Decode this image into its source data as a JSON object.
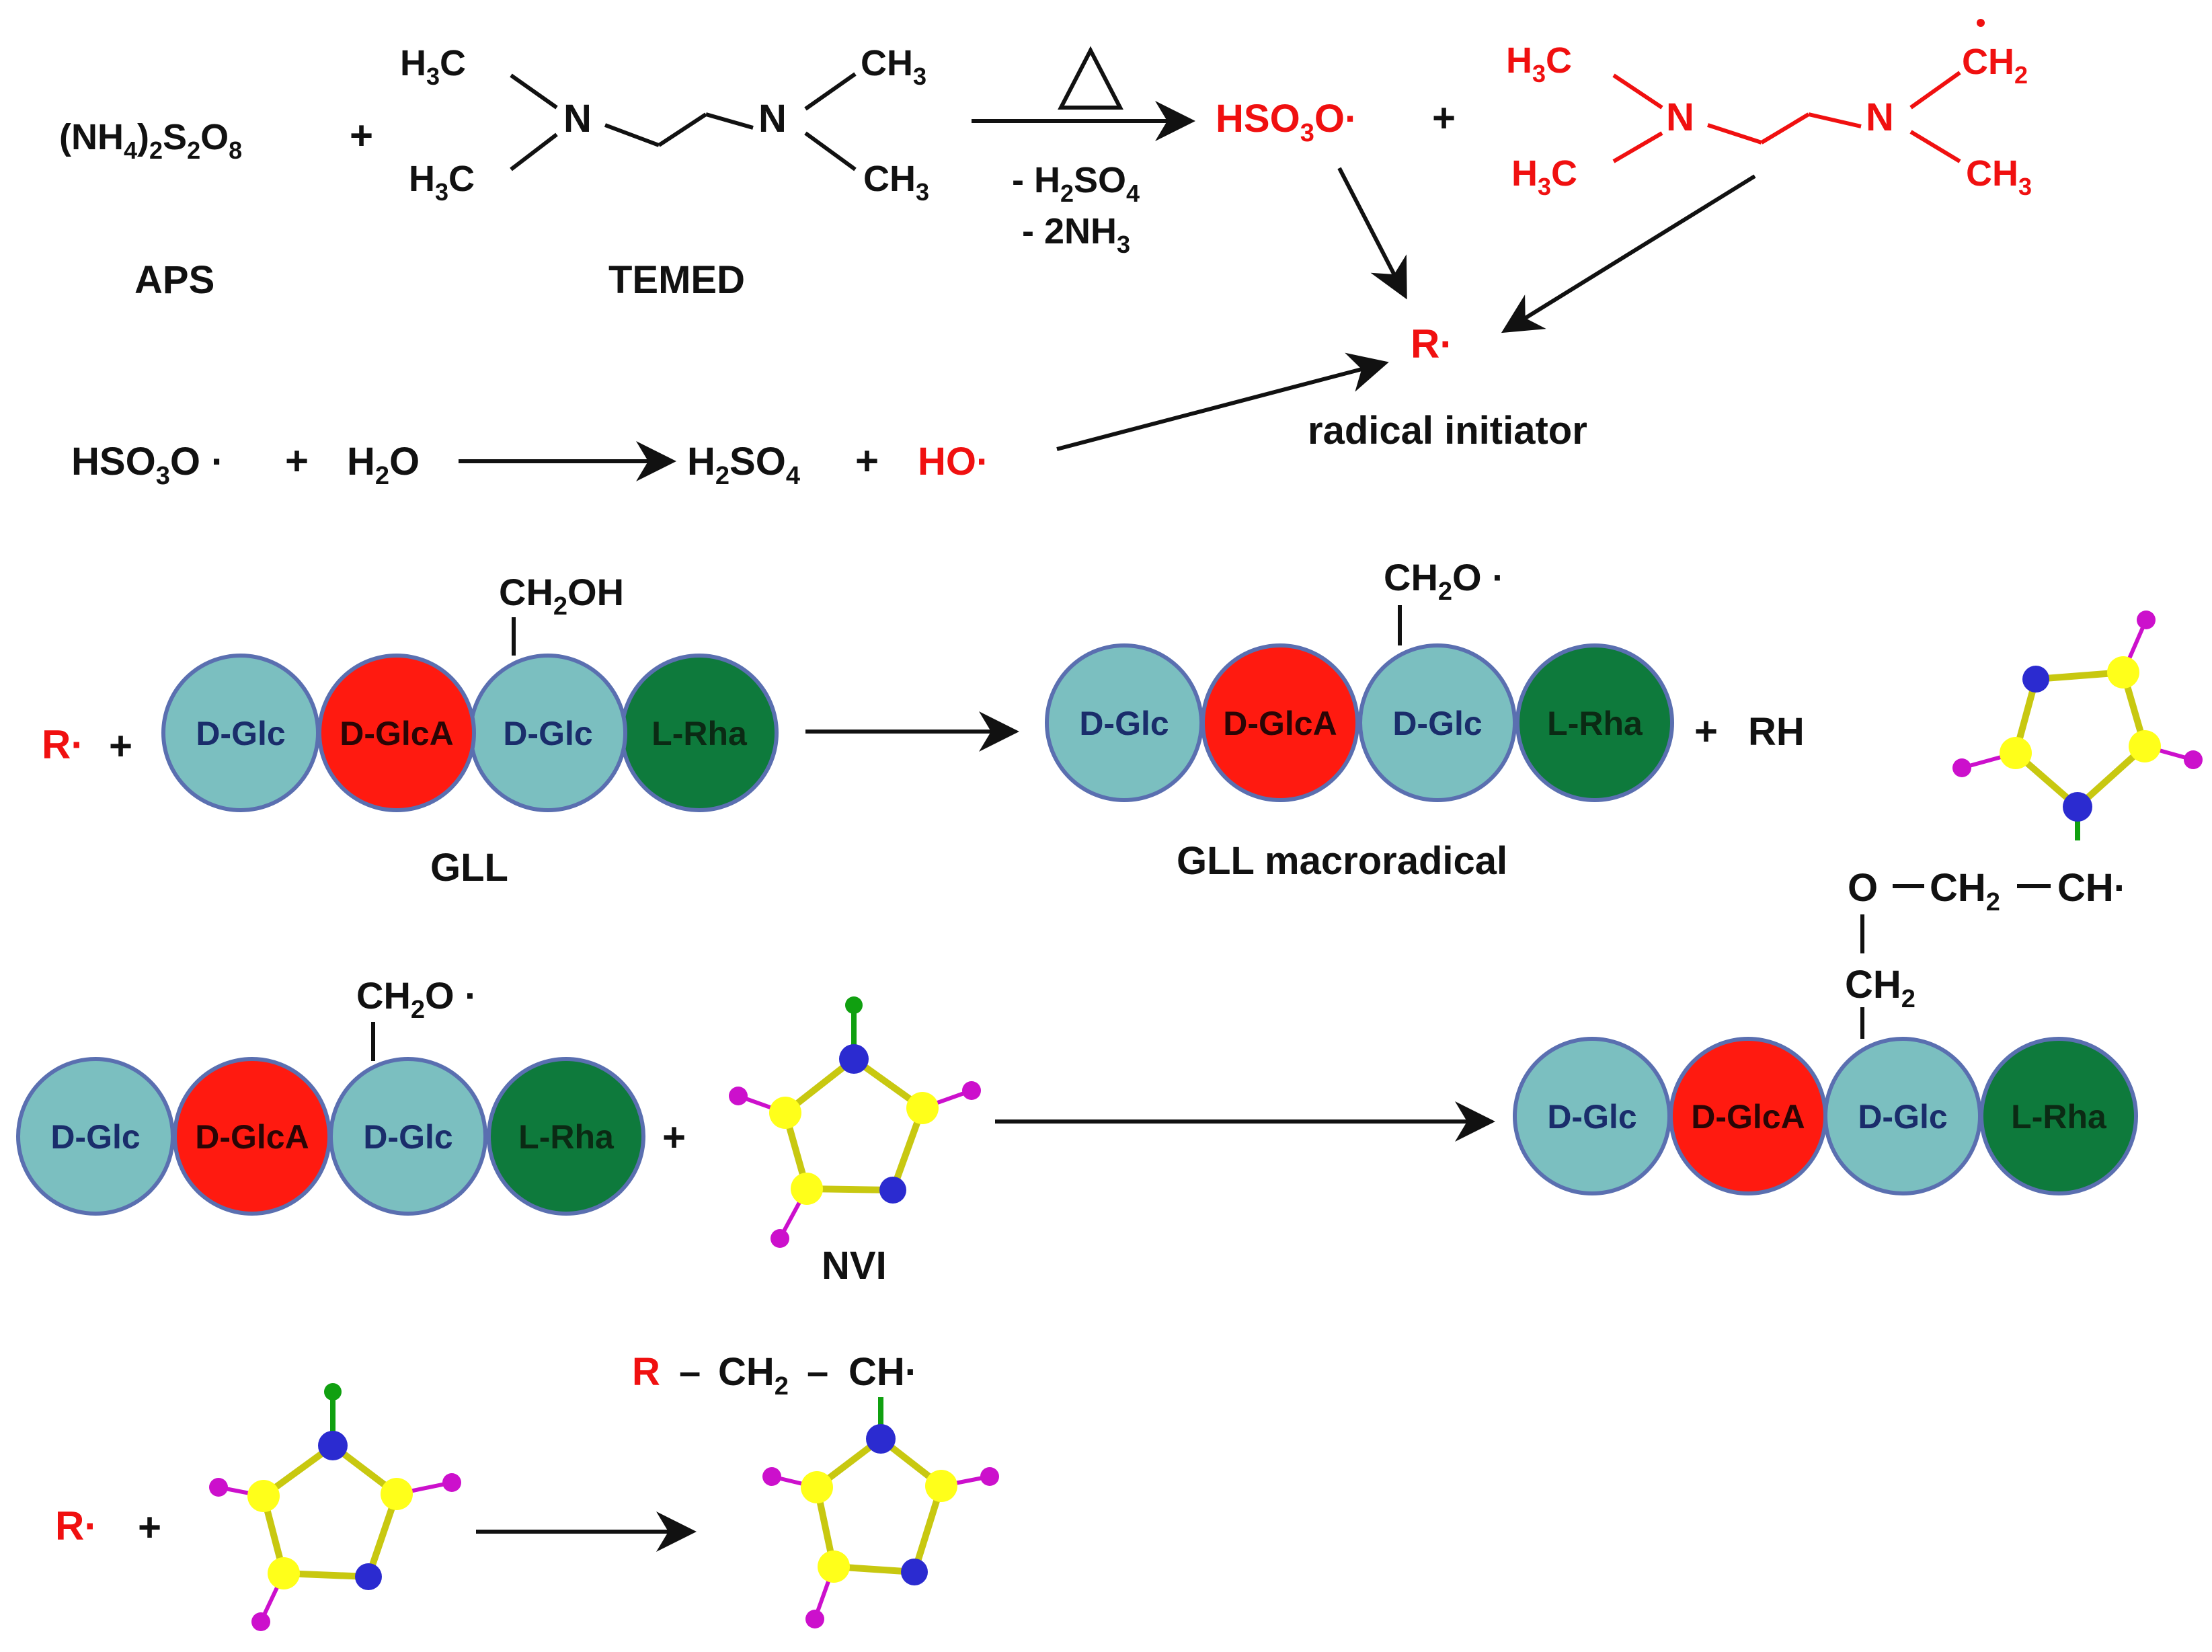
{
  "colors": {
    "glc": "#7bbfc0",
    "glca": "#ff1a10",
    "rha": "#0e7a3c",
    "bead_stroke": "#5a6fb0",
    "radical": "#f01010",
    "ring_c": "#ffff1a",
    "ring_n": "#2b2bd0",
    "ring_h": "#cc10cc",
    "ring_sub": "#10a010"
  },
  "labels": {
    "aps_formula": "(NH4)2S2O8",
    "aps": "APS",
    "temed": "TEMED",
    "plus": "+",
    "heat_symbol": "Δ",
    "byproduct_h2so4": "- H2SO4",
    "byproduct_nh3": "- 2NH3",
    "hso3o_radical": "HSO3O·",
    "r_radical": "R·",
    "radical_initiator": "radical initiator",
    "water": "H2O",
    "h2so4": "H2SO4",
    "ho_radical": "HO·",
    "ch2oh": "CH2OH",
    "ch2o_radical": "CH2O·",
    "gll": "GLL",
    "gll_macroradical": "GLL macroradical",
    "rh": "RH",
    "nvi": "NVI",
    "o": "O",
    "ch2": "CH2",
    "ch_radical": "CH·",
    "n": "N",
    "h3c": "H3C",
    "ch3": "CH3",
    "dash": "–",
    "r": "R",
    "bead_glc": "D-Glc",
    "bead_glca": "D-GlcA",
    "bead_rha": "L-Rha"
  }
}
